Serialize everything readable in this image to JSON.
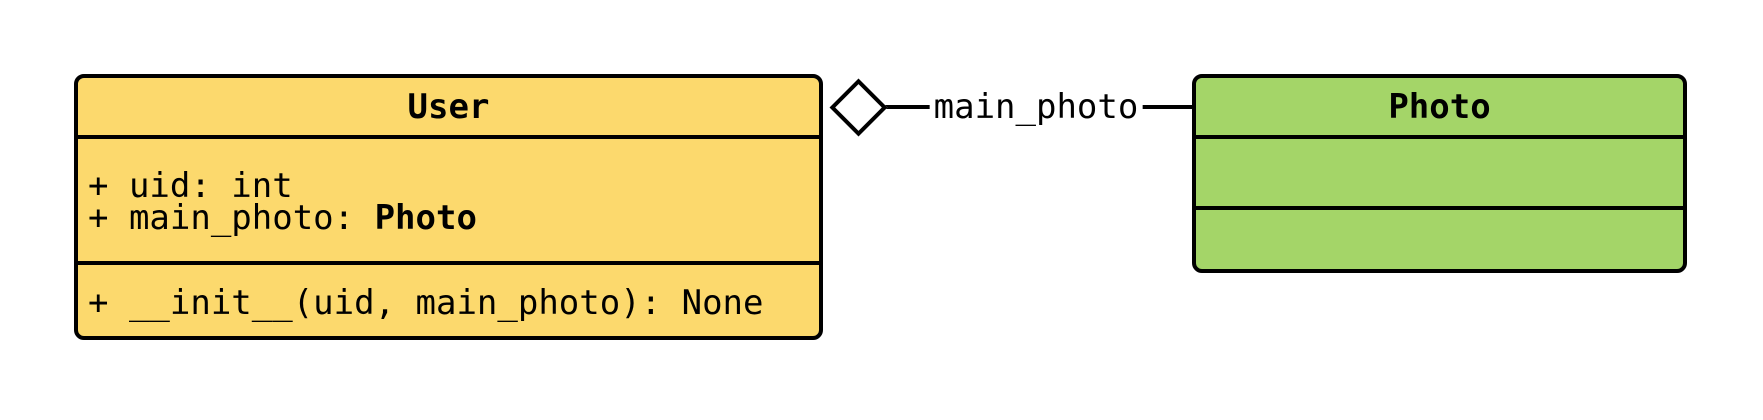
{
  "colors": {
    "background": "#ffffff",
    "border": "#000000",
    "text": "#000000",
    "user_fill": "#fcd96d",
    "photo_fill": "#a4d568"
  },
  "classes": {
    "user": {
      "title": "User",
      "attributes": [
        {
          "text": "+ uid: int",
          "type": ""
        },
        {
          "text": "+ main_photo: ",
          "type": "Photo"
        }
      ],
      "methods": [
        {
          "text": "+ __init__(uid, main_photo): None"
        }
      ]
    },
    "photo": {
      "title": "Photo",
      "attributes": [],
      "methods": []
    }
  },
  "connector": {
    "type": "aggregation",
    "label": "main_photo"
  }
}
